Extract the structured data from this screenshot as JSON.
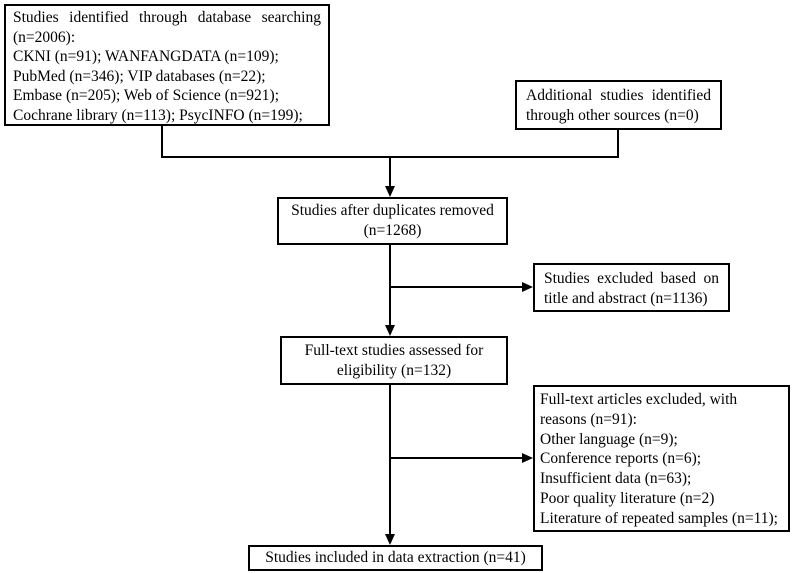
{
  "colors": {
    "background": "#ffffff",
    "box_border": "#000000",
    "text": "#000000",
    "connector": "#000000"
  },
  "nodes": {
    "database_search": {
      "lines": [
        "Studies identified through database searching",
        "(n=2006):",
        "CKNI (n=91); WANFANGDATA (n=109);",
        "PubMed (n=346); VIP databases (n=22);",
        "Embase (n=205); Web of Science (n=921);",
        "Cochrane library (n=113); PsycINFO (n=199);"
      ]
    },
    "other_sources": {
      "lines": [
        "Additional studies identified",
        "through other sources (n=0)"
      ]
    },
    "after_duplicates": {
      "lines": [
        "Studies after duplicates removed",
        "(n=1268)"
      ]
    },
    "excluded_title_abstract": {
      "lines": [
        "Studies excluded based on",
        "title and abstract (n=1136)"
      ]
    },
    "fulltext_assessed": {
      "lines": [
        "Full-text studies assessed for",
        "eligibility (n=132)"
      ]
    },
    "fulltext_excluded": {
      "lines": [
        "Full-text articles excluded, with",
        "reasons (n=91):",
        "Other language (n=9);",
        "Conference reports (n=6);",
        "Insufficient data (n=63);",
        "Poor quality literature (n=2)",
        "Literature of repeated samples (n=11);"
      ]
    },
    "included": {
      "lines": [
        "Studies included in data extraction (n=41)"
      ]
    }
  }
}
